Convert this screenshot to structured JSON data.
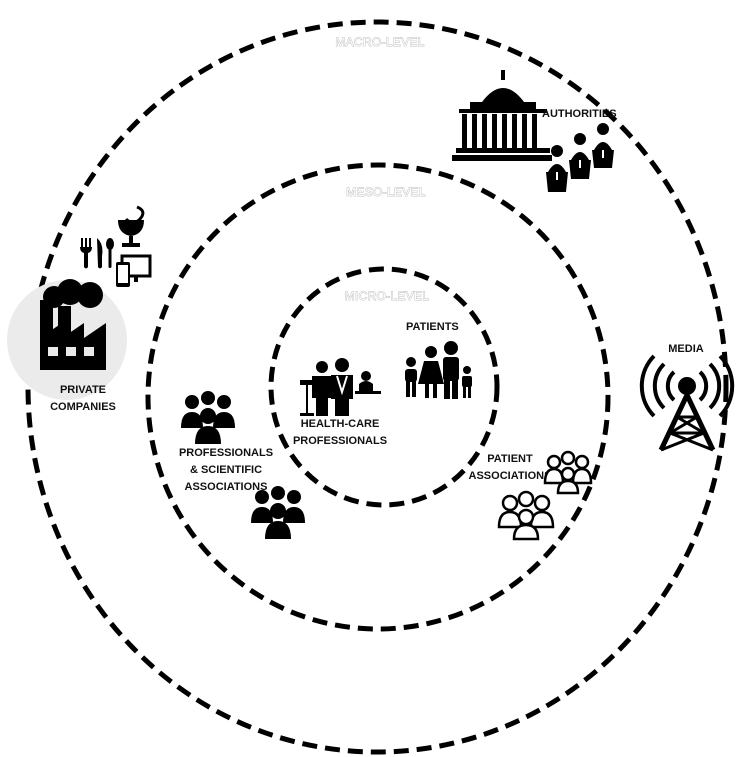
{
  "levels": {
    "macro": "MACRO-LEVEL",
    "meso": "MESO-LEVEL",
    "micro": "MICRO-LEVEL"
  },
  "actors": {
    "authorities": "AUTHORITIES",
    "private_companies": [
      "PRIVATE",
      "COMPANIES"
    ],
    "media": "MEDIA",
    "patients": "PATIENTS",
    "health_care_professionals": [
      "HEALTH-CARE",
      "PROFESSIONALS"
    ],
    "professionals_associations": [
      "PROFESSIONALS",
      "& SCIENTIFIC",
      "ASSOCIATIONS"
    ],
    "patient_associations": [
      "PATIENT",
      "ASSOCIATIONS"
    ]
  },
  "icons": [
    "capitol-building-icon",
    "speakers-podium-icon",
    "factory-icon",
    "food-medicine-electronics-icon",
    "radio-tower-icon",
    "family-icon",
    "doctors-icon",
    "group-icon"
  ]
}
